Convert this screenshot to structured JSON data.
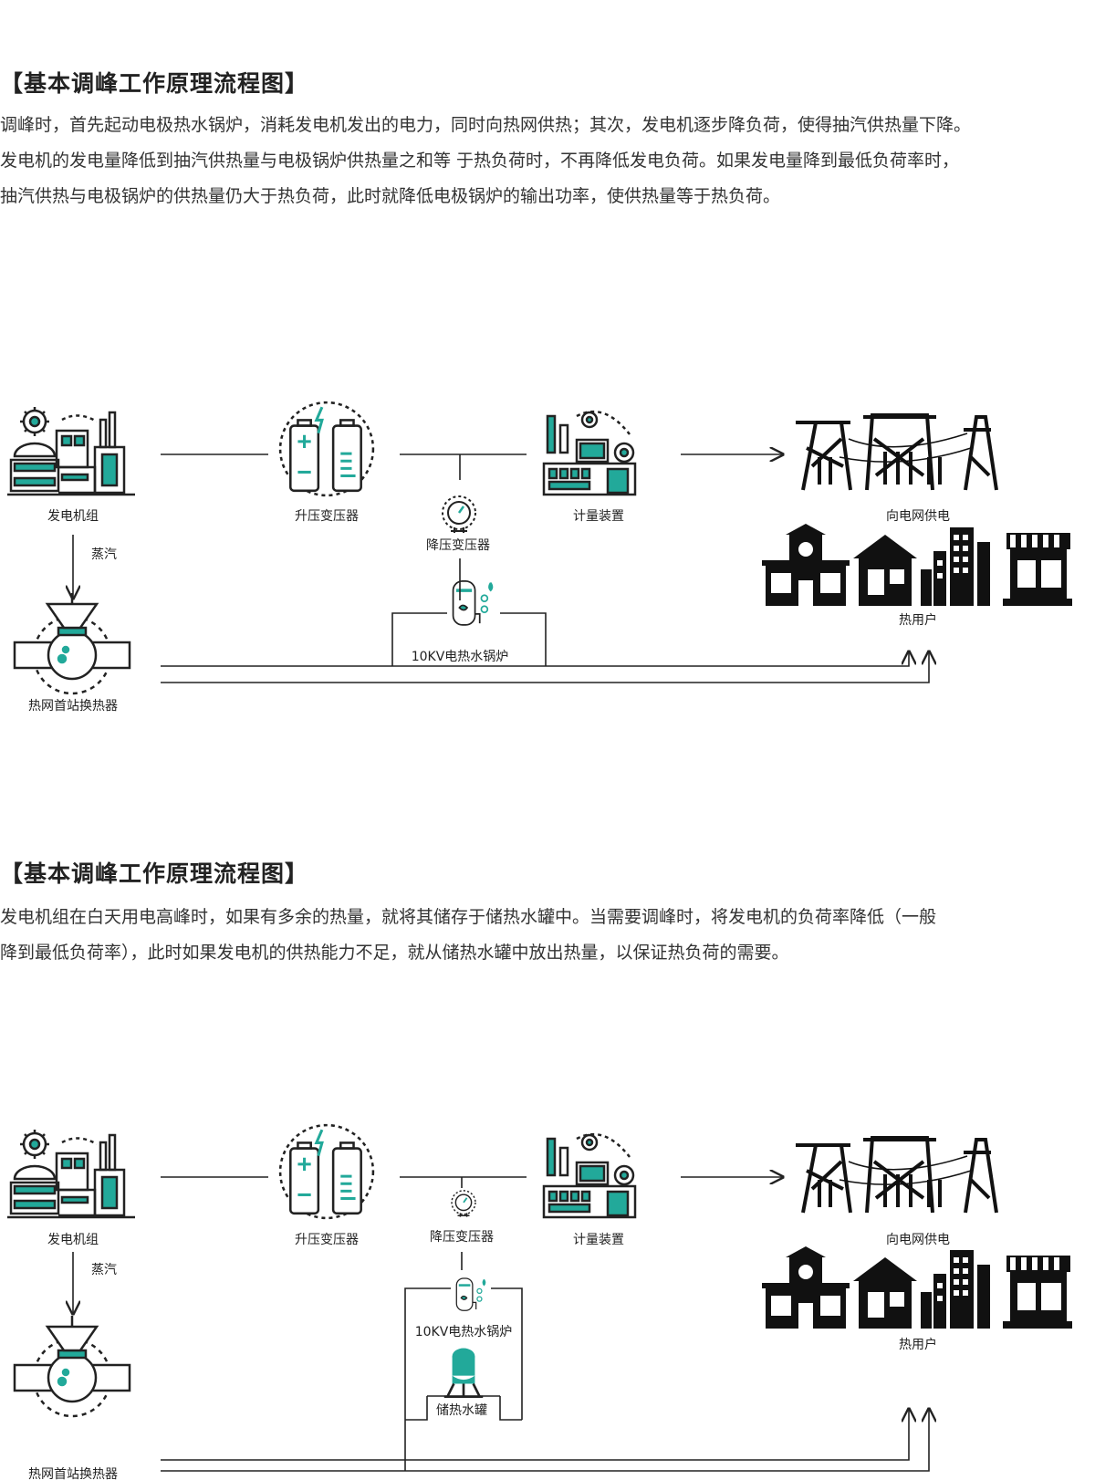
{
  "colors": {
    "accent": "#22a99a",
    "ink": "#222222",
    "line": "#222222"
  },
  "section1": {
    "title": "【基本调峰工作原理流程图】",
    "paragraph_lines": [
      "调峰时，首先起动电极热水锅炉，消耗发电机发出的电力，同时向热网供热；其次，发电机逐步降负荷，使得抽汽供热量下降。",
      "发电机的发电量降低到抽汽供热量与电极锅炉供热量之和等 于热负荷时，不再降低发电负荷。如果发电量降到最低负荷率时，",
      "抽汽供热与电极锅炉的供热量仍大于热负荷，此时就降低电极锅炉的输出功率，使供热量等于热负荷。"
    ],
    "diagram": {
      "generator": "发电机组",
      "steam": "蒸汽",
      "step_up": "升压变压器",
      "step_down": "降压变压器",
      "meter": "计量装置",
      "grid": "向电网供电",
      "heat_users": "热用户",
      "boiler": "10KV电热水锅炉",
      "exchanger": "热网首站换热器"
    }
  },
  "section2": {
    "title": "【基本调峰工作原理流程图】",
    "paragraph_lines": [
      "发电机组在白天用电高峰时，如果有多余的热量，就将其储存于储热水罐中。当需要调峰时，将发电机的负荷率降低（一般",
      "降到最低负荷率），此时如果发电机的供热能力不足，就从储热水罐中放出热量，以保证热负荷的需要。"
    ],
    "diagram": {
      "generator": "发电机组",
      "steam": "蒸汽",
      "step_up": "升压变压器",
      "step_down": "降压变压器",
      "meter": "计量装置",
      "grid": "向电网供电",
      "heat_users": "热用户",
      "boiler": "10KV电热水锅炉",
      "tank": "储热水罐",
      "exchanger": "热网首站换热器"
    }
  }
}
